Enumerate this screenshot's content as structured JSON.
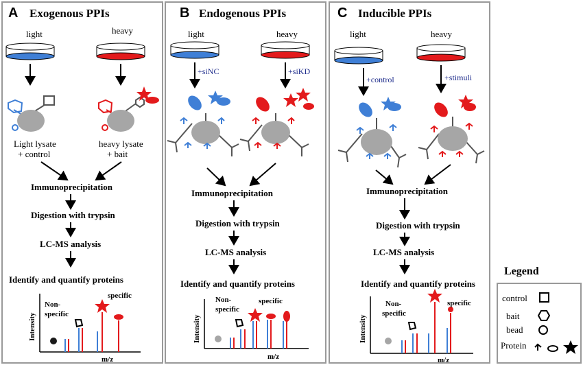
{
  "panels": [
    {
      "letter": "A",
      "title": "Exogenous PPIs",
      "light": "light",
      "heavy": "heavy",
      "lysate_left_1": "Light lysate",
      "lysate_left_2": "+ control",
      "lysate_right_1": "heavy lysate",
      "lysate_right_2": "+ bait",
      "step1": "Immunoprecipitation",
      "step2": "Digestion with trypsin",
      "step3": "LC-MS analysis",
      "step4": "Identify and quantify proteins",
      "nonspecific_1": "Non-",
      "nonspecific_2": "specific",
      "specific": "specific",
      "ylabel": "Intensity",
      "xlabel": "m/z"
    },
    {
      "letter": "B",
      "title": "Endogenous PPIs",
      "light": "light",
      "heavy": "heavy",
      "treat_left": "+siNC",
      "treat_right": "+siKD",
      "step1": "Immunoprecipitation",
      "step2": "Digestion with trypsin",
      "step3": "LC-MS analysis",
      "step4": "Identify and quantify proteins",
      "nonspecific_1": "Non-",
      "nonspecific_2": "specific",
      "specific": "specific",
      "ylabel": "Intensity",
      "xlabel": "m/z"
    },
    {
      "letter": "C",
      "title": "Inducible PPIs",
      "light": "light",
      "heavy": "heavy",
      "treat_left": "+control",
      "treat_right": "+stimuli",
      "step1": "Immunoprecipitation",
      "step2": "Digestion with trypsin",
      "step3": "LC-MS analysis",
      "step4": "Identify and quantify proteins",
      "nonspecific_1": "Non-",
      "nonspecific_2": "specific",
      "specific": "specific",
      "ylabel": "Intensity",
      "xlabel": "m/z"
    }
  ],
  "legend": {
    "title": "Legend",
    "control": "control",
    "bait": "bait",
    "bead": "bead",
    "protein": "Protein"
  },
  "colors": {
    "light": "#3f7fd6",
    "heavy": "#e31a1c",
    "bead": "#a6a6a6",
    "frame": "#999999"
  }
}
